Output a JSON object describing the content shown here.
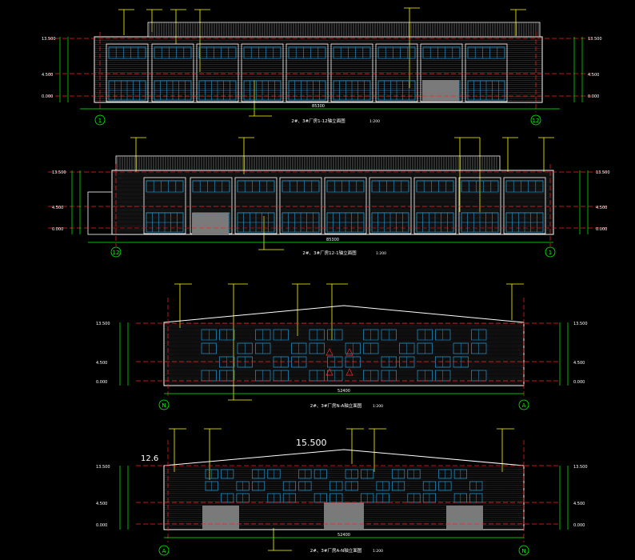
{
  "colors": {
    "background": "#000000",
    "wall": "#ffffff",
    "window": "#1f9bd6",
    "dimension": "#00ff00",
    "gridline": "#ff2020",
    "leader": "#ffff00",
    "door": "#7a7a7a",
    "axis": "#cfcfcf"
  },
  "elevations": [
    {
      "id": "e1",
      "title": "2#、3#厂房1-12轴立面图",
      "scale": "1:200",
      "axis_left": "1",
      "axis_right": "12",
      "elev_labels": [
        "13.500",
        "4.500",
        "0.000"
      ],
      "total_dim": "85300"
    },
    {
      "id": "e2",
      "title": "2#、3#厂房12-1轴立面图",
      "scale": "1:200",
      "axis_left": "12",
      "axis_right": "1",
      "elev_labels": [
        "13.500",
        "4.500",
        "0.000"
      ],
      "total_dim": "85300"
    },
    {
      "id": "e3",
      "title": "2#、3#厂房N-A轴立面图",
      "scale": "1:200",
      "axis_left": "N",
      "axis_right": "A",
      "elev_labels": [
        "13.500",
        "4.500",
        "0.000"
      ],
      "total_dim": "52400"
    },
    {
      "id": "e4",
      "title": "2#、3#厂房A-N轴立面图",
      "scale": "1:200",
      "axis_left": "A",
      "axis_right": "N",
      "elev_labels": [
        "13.500",
        "4.500",
        "0.000"
      ],
      "total_dim": "52400",
      "peak_label": "15.500",
      "eave_label": "12.6"
    }
  ]
}
